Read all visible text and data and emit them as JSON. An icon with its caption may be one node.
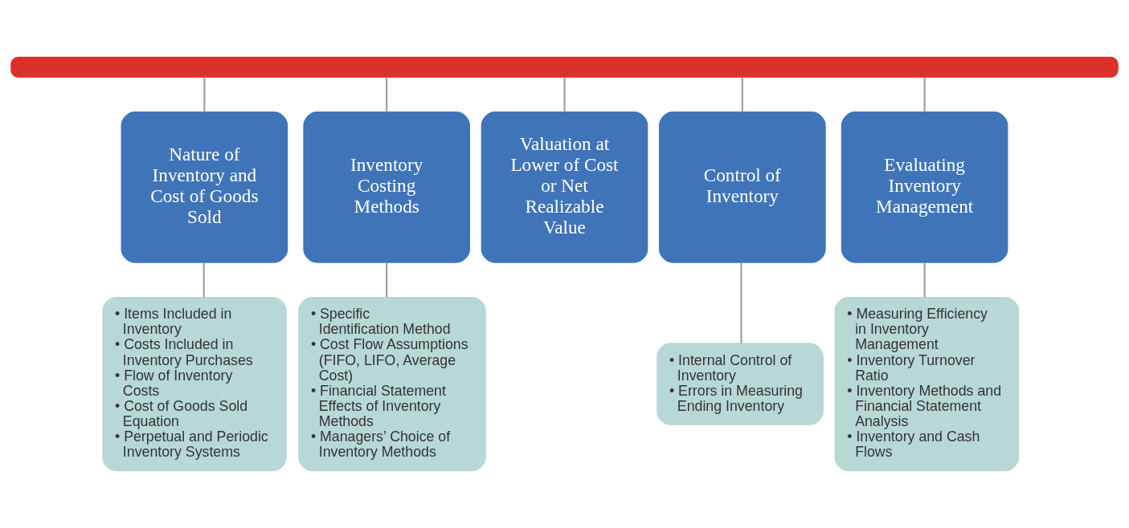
{
  "diagram": {
    "nodes": [
      {
        "text": [],
        "shape": "bar"
      },
      {
        "text": [
          "Nature of Inventory and Cost of Goods Sold"
        ]
      },
      {
        "text": [
          "Inventory Costing Methods"
        ]
      },
      {
        "text": [
          "Valuation at Lower of Cost or Net Realizable Value"
        ]
      },
      {
        "text": [
          "Control of Inventory"
        ]
      },
      {
        "text": [
          "Evaluating Inventory Management"
        ]
      },
      {
        "text": [
          "• Items Included in Inventory",
          "• Costs Included in Inventory Purchases",
          "• Flow of Inventory Costs",
          "• Cost of Goods Sold Equation",
          "• Perpetual and Periodic Inventory Systems"
        ]
      },
      {
        "text": [
          "• Specific Identification Method",
          "• Cost Flow Assumptions (FIFO, LIFO, Average Cost)",
          "• Financial Statement Effects of Inventory Methods",
          "• Managers’ Choice of Inventory Methods"
        ]
      },
      {
        "text": [
          "• Internal Control of Inventory",
          "• Errors in Measuring Ending Inventory"
        ]
      },
      {
        "text": [
          "• Measuring Efficiency in Inventory Management",
          "• Inventory Turnover Ratio",
          "• Inventory Methods and Financial Statement Analysis",
          "• Inventory and Cash Flows"
        ]
      }
    ],
    "edges": [
      {
        "from": 0,
        "to": 1,
        "arrow": "none"
      },
      {
        "from": 0,
        "to": 2,
        "arrow": "none"
      },
      {
        "from": 0,
        "to": 3,
        "arrow": "none"
      },
      {
        "from": 0,
        "to": 4,
        "arrow": "none"
      },
      {
        "from": 0,
        "to": 5,
        "arrow": "none"
      },
      {
        "from": 1,
        "to": 6,
        "arrow": "none"
      },
      {
        "from": 2,
        "to": 7,
        "arrow": "none"
      },
      {
        "from": 4,
        "to": 8,
        "arrow": "none"
      },
      {
        "from": 5,
        "to": 9,
        "arrow": "none"
      }
    ]
  }
}
